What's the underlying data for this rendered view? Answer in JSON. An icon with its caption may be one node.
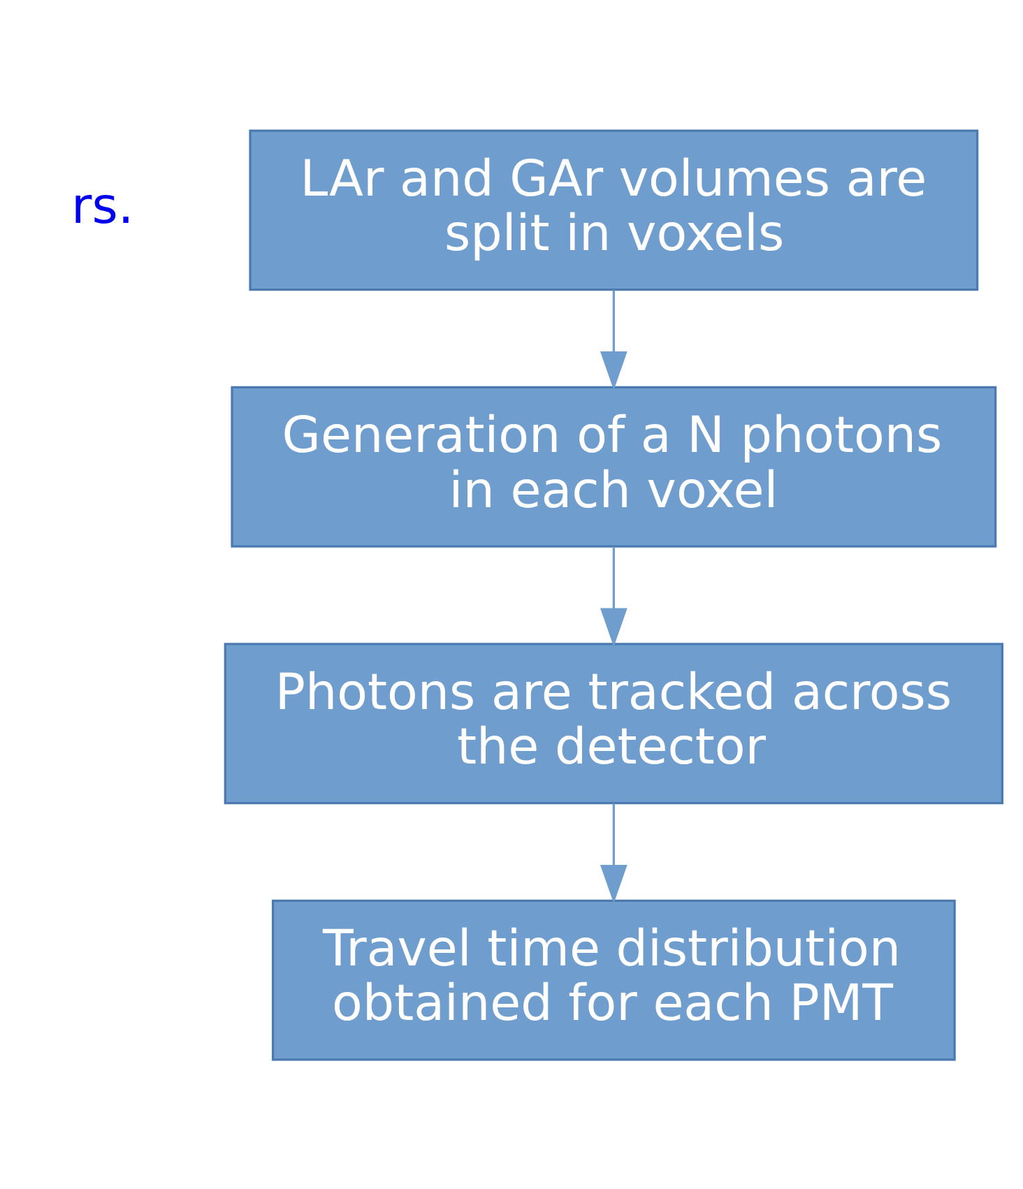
{
  "diagram": {
    "nodes": [
      {
        "text": [
          "LAr and GAr volumes are split in voxels"
        ]
      },
      {
        "text": [
          "Generation of a N photons in each voxel"
        ]
      },
      {
        "text": [
          "Photons are tracked across the detector"
        ]
      },
      {
        "text": [
          "Travel time distribution obtained for each PMT"
        ]
      }
    ],
    "edges": [
      {
        "from": 0,
        "to": 1,
        "arrow": "to"
      },
      {
        "from": 1,
        "to": 2,
        "arrow": "to"
      },
      {
        "from": 2,
        "to": 3,
        "arrow": "to"
      }
    ],
    "labels": [
      "rs."
    ]
  }
}
